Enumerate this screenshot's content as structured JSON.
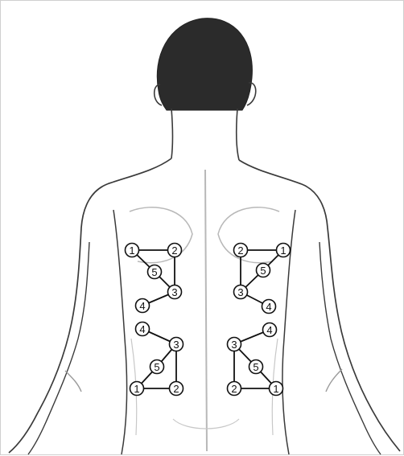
{
  "colors": {
    "outline": "#3a3a3a",
    "shading": "#b8b8b8",
    "hair": "#2b2b2b",
    "node_fill": "#ffffff",
    "node_stroke": "#111111",
    "line": "#111111"
  },
  "diagram": {
    "groups": [
      {
        "name": "upper-left",
        "nodes": [
          "1",
          "2",
          "5",
          "3",
          "4"
        ],
        "edges": [
          [
            0,
            1
          ],
          [
            1,
            3
          ],
          [
            0,
            2
          ],
          [
            2,
            3
          ],
          [
            3,
            4
          ]
        ]
      },
      {
        "name": "upper-right",
        "nodes": [
          "2",
          "1",
          "5",
          "3",
          "4"
        ],
        "edges": [
          [
            0,
            1
          ],
          [
            0,
            3
          ],
          [
            1,
            2
          ],
          [
            2,
            3
          ],
          [
            3,
            4
          ]
        ]
      },
      {
        "name": "lower-left",
        "nodes": [
          "4",
          "3",
          "5",
          "1",
          "2"
        ],
        "edges": [
          [
            0,
            1
          ],
          [
            1,
            2
          ],
          [
            2,
            3
          ],
          [
            3,
            4
          ],
          [
            1,
            4
          ]
        ]
      },
      {
        "name": "lower-right",
        "nodes": [
          "4",
          "3",
          "5",
          "2",
          "1"
        ],
        "edges": [
          [
            0,
            1
          ],
          [
            1,
            2
          ],
          [
            2,
            4
          ],
          [
            3,
            4
          ],
          [
            1,
            3
          ]
        ]
      }
    ]
  }
}
